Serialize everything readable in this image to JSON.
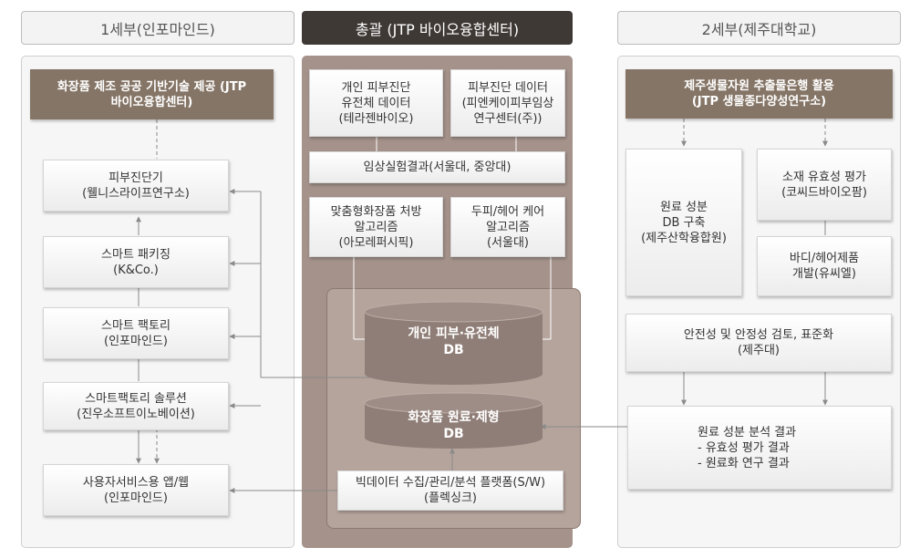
{
  "headers": {
    "left": "1세부(인포마인드)",
    "center": "총괄 (JTP 바이오융합센터)",
    "right": "2세부(제주대학교)"
  },
  "left": {
    "top": "화장품 제조 공공 기반기술 제공 (JTP\n바이오융합센터)",
    "items": [
      "피부진단기\n(웰니스라이프연구소)",
      "스마트 패키징\n(K&Co.)",
      "스마트 팩토리\n(인포마인드)",
      "스마트팩토리 솔루션\n(진우소프트이노베이션)",
      "사용자서비스용 앱/웹\n(인포마인드)"
    ]
  },
  "center": {
    "top_left": "개인 피부진단\n유전체 데이터\n(테라젠바이오)",
    "top_right": "피부진단 데이터\n(피엔케이피부임상\n연구센터(주))",
    "clinical": "임상실험결과(서울대, 중앙대)",
    "algo_left": "맞춤형화장품 처방\n알고리즘\n(아모레퍼시픽)",
    "algo_right": "두피/헤어 케어\n알고리즘\n(서울대)",
    "db_top": "개인 피부·유전체\nDB",
    "db_bottom": "화장품 원료·제형\nDB",
    "platform": "빅데이터 수집/관리/분석 플랫폼(S/W)\n(플렉싱크)"
  },
  "right": {
    "top": "제주생물자원 추출물은행 활용\n(JTP 생물종다양성연구소)",
    "raw_db": "원료 성분\nDB 구축\n(제주산학융합원)",
    "efficacy": "소재 유효성 평가\n(코씨드바이오팜)",
    "body_hair": "바디/헤어제품\n개발(유씨엘)",
    "safety": "안전성 및 안정성 검토, 표준화\n(제주대)",
    "results": "원료 성분 분석 결과\n- 유효성 평가 결과\n- 원료화 연구 결과"
  },
  "colors": {
    "center_header": "#3f3936",
    "center_panel": "#a4928b",
    "brown_box": "#857566",
    "db_cylinder": "#8f7e77",
    "connector": "#8a8a8a"
  }
}
